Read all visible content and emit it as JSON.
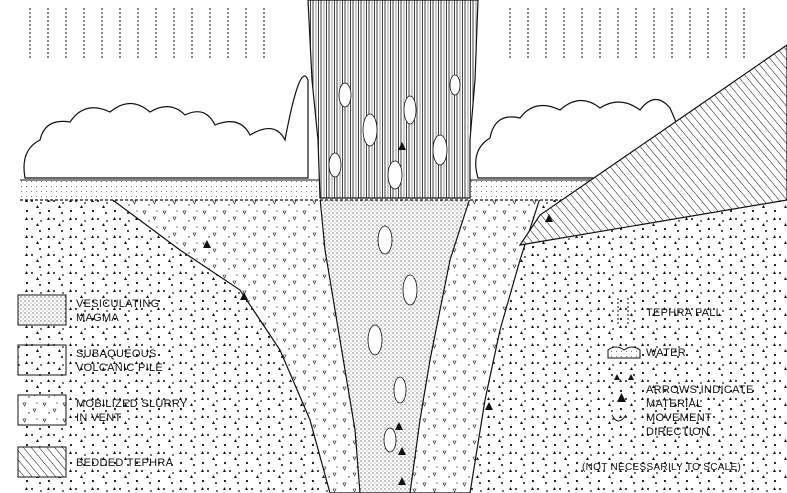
{
  "legend_left": {
    "vesiculating_magma": [
      "VESICULATING",
      "MAGMA"
    ],
    "subaqueous_pile": [
      "SUBAQUEOUS",
      "VOLCANIC PILE"
    ],
    "mobilized_slurry": [
      "MOBILIZED SLURRY",
      "IN  VENT"
    ],
    "bedded_tephra": [
      "BEDDED TEPHRA"
    ]
  },
  "legend_right": {
    "tephra_fall": "TEPHRA FALL",
    "water": "WATER",
    "arrows": [
      "ARROWS INDICATE",
      "MATERIAL",
      "MOVEMENT",
      "DIRECTION"
    ]
  },
  "scale_note": "(NOT NECESSARILY TO SCALE)"
}
